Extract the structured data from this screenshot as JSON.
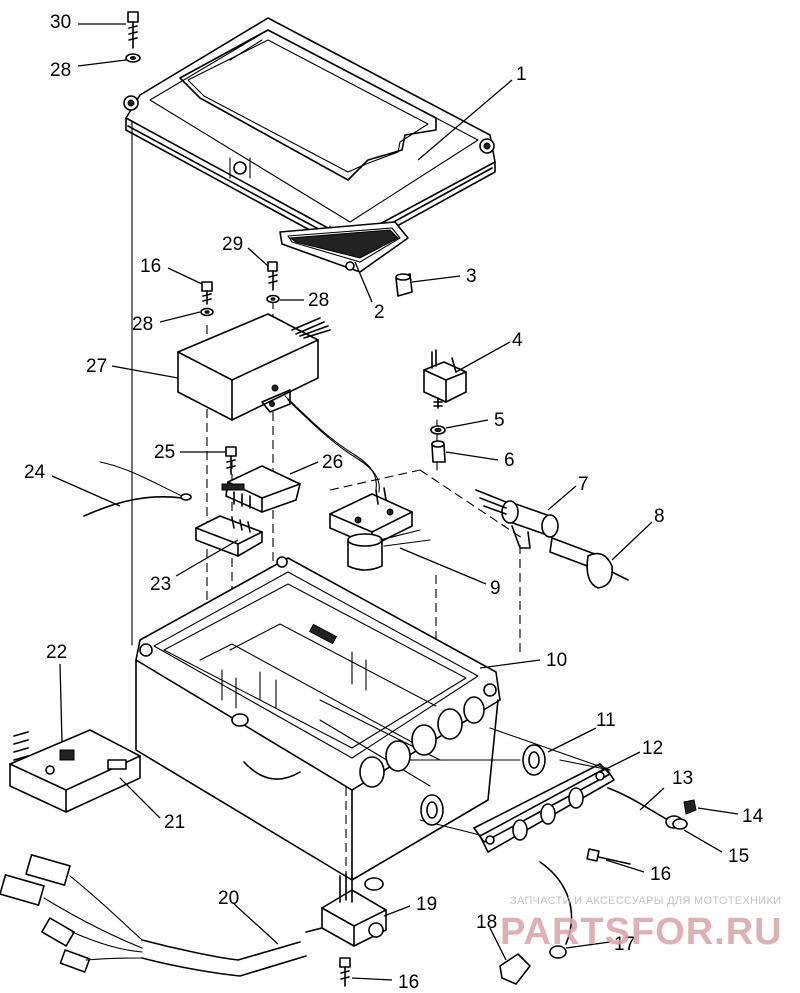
{
  "diagram": {
    "callouts": [
      {
        "id": "c30",
        "text": "30"
      },
      {
        "id": "c28a",
        "text": "28"
      },
      {
        "id": "c1",
        "text": "1"
      },
      {
        "id": "c2",
        "text": "2"
      },
      {
        "id": "c3",
        "text": "3"
      },
      {
        "id": "c29",
        "text": "29"
      },
      {
        "id": "c16a",
        "text": "16"
      },
      {
        "id": "c28b",
        "text": "28"
      },
      {
        "id": "c28c",
        "text": "28"
      },
      {
        "id": "c27",
        "text": "27"
      },
      {
        "id": "c4",
        "text": "4"
      },
      {
        "id": "c5",
        "text": "5"
      },
      {
        "id": "c6",
        "text": "6"
      },
      {
        "id": "c25",
        "text": "25"
      },
      {
        "id": "c26",
        "text": "26"
      },
      {
        "id": "c24",
        "text": "24"
      },
      {
        "id": "c7",
        "text": "7"
      },
      {
        "id": "c8",
        "text": "8"
      },
      {
        "id": "c23",
        "text": "23"
      },
      {
        "id": "c9",
        "text": "9"
      },
      {
        "id": "c10",
        "text": "10"
      },
      {
        "id": "c22",
        "text": "22"
      },
      {
        "id": "c11",
        "text": "11"
      },
      {
        "id": "c12",
        "text": "12"
      },
      {
        "id": "c13",
        "text": "13"
      },
      {
        "id": "c14",
        "text": "14"
      },
      {
        "id": "c15",
        "text": "15"
      },
      {
        "id": "c21",
        "text": "21"
      },
      {
        "id": "c16b",
        "text": "16"
      },
      {
        "id": "c20",
        "text": "20"
      },
      {
        "id": "c19",
        "text": "19"
      },
      {
        "id": "c18",
        "text": "18"
      },
      {
        "id": "c17",
        "text": "17"
      },
      {
        "id": "c16c",
        "text": "16"
      }
    ]
  },
  "watermark": {
    "tagline": "ЗАПЧАСТИ И АКСЕССУАРЫ ДЛЯ МОТОТЕХНИКИ",
    "brand": "PARTSFOR.RU"
  }
}
